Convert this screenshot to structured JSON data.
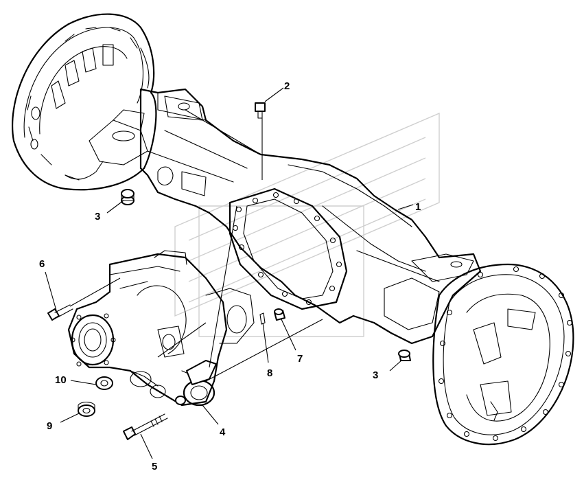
{
  "callouts": [
    "1",
    "2",
    "3",
    "3",
    "4",
    "5",
    "6",
    "7",
    "8",
    "9",
    "10"
  ]
}
